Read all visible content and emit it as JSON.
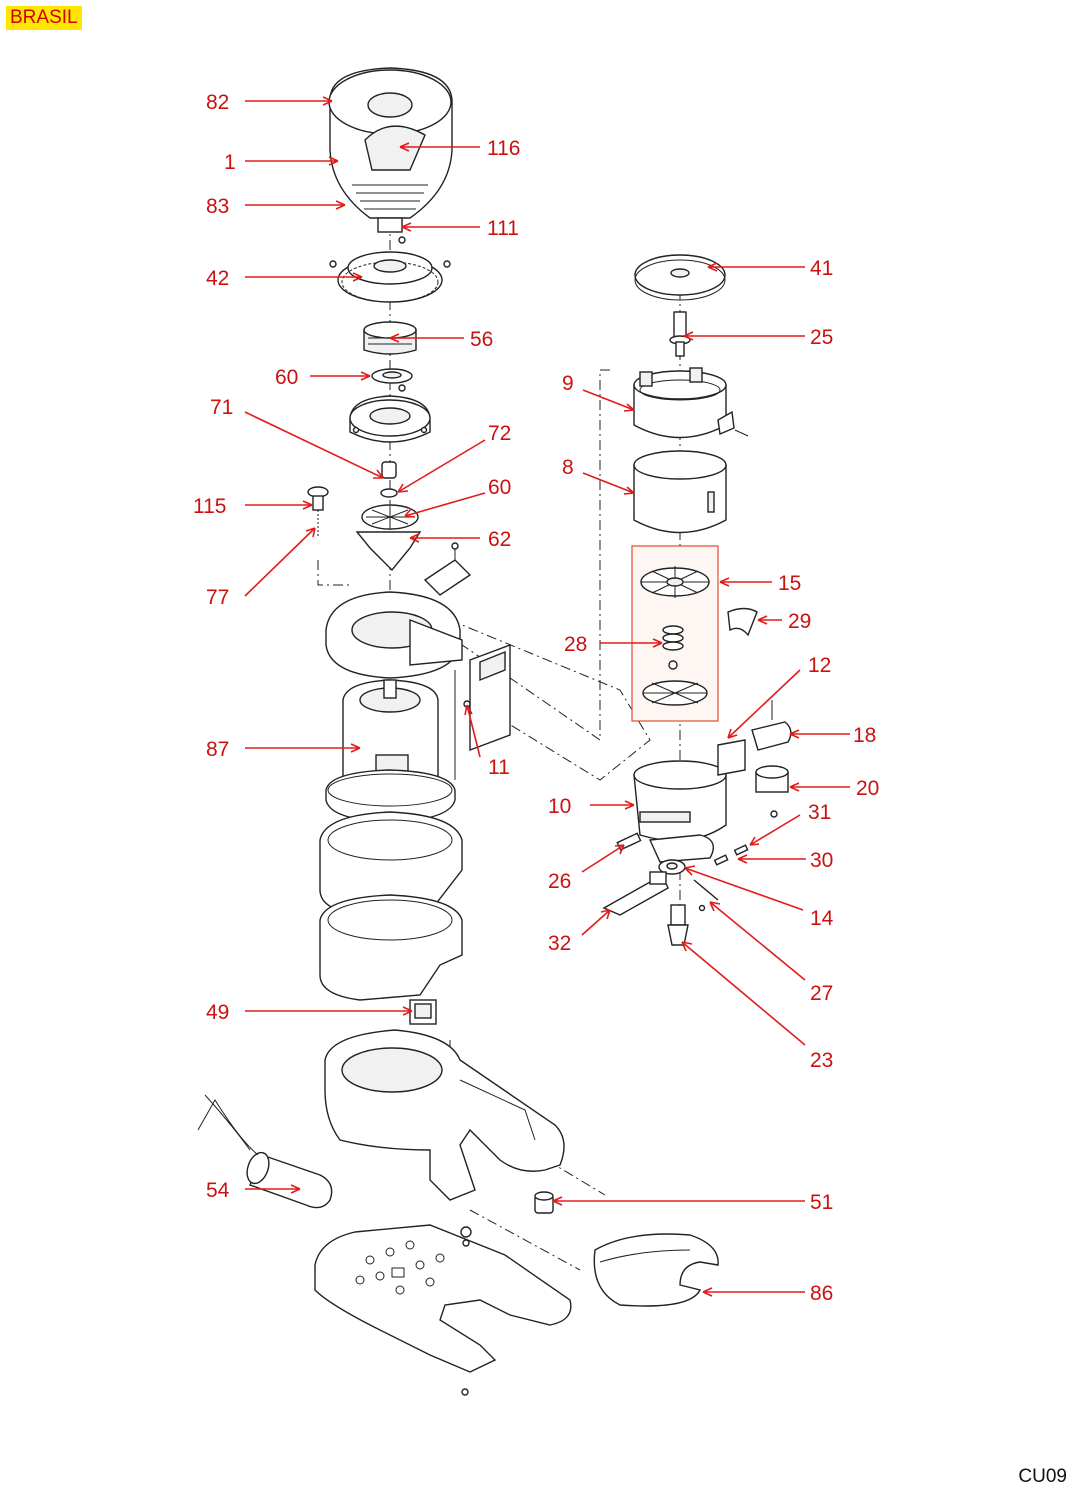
{
  "header": {
    "country": "BRASIL",
    "badge_color": "#ffe600",
    "text_color": "#d40000"
  },
  "footer": {
    "page_code": "CU09"
  },
  "callout_color": "#cc1111",
  "callouts": [
    {
      "id": "c82",
      "label": "82"
    },
    {
      "id": "c1",
      "label": "1"
    },
    {
      "id": "c116",
      "label": "116"
    },
    {
      "id": "c83",
      "label": "83"
    },
    {
      "id": "c111",
      "label": "111"
    },
    {
      "id": "c42",
      "label": "42"
    },
    {
      "id": "c41",
      "label": "41"
    },
    {
      "id": "c56",
      "label": "56"
    },
    {
      "id": "c25",
      "label": "25"
    },
    {
      "id": "c60a",
      "label": "60"
    },
    {
      "id": "c9",
      "label": "9"
    },
    {
      "id": "c71",
      "label": "71"
    },
    {
      "id": "c72",
      "label": "72"
    },
    {
      "id": "c8",
      "label": "8"
    },
    {
      "id": "c60b",
      "label": "60"
    },
    {
      "id": "c115",
      "label": "115"
    },
    {
      "id": "c62",
      "label": "62"
    },
    {
      "id": "c15",
      "label": "15"
    },
    {
      "id": "c77",
      "label": "77"
    },
    {
      "id": "c29",
      "label": "29"
    },
    {
      "id": "c28",
      "label": "28"
    },
    {
      "id": "c12",
      "label": "12"
    },
    {
      "id": "c18",
      "label": "18"
    },
    {
      "id": "c87",
      "label": "87"
    },
    {
      "id": "c11",
      "label": "11"
    },
    {
      "id": "c20",
      "label": "20"
    },
    {
      "id": "c10",
      "label": "10"
    },
    {
      "id": "c31",
      "label": "31"
    },
    {
      "id": "c30",
      "label": "30"
    },
    {
      "id": "c26",
      "label": "26"
    },
    {
      "id": "c14",
      "label": "14"
    },
    {
      "id": "c32",
      "label": "32"
    },
    {
      "id": "c27",
      "label": "27"
    },
    {
      "id": "c49",
      "label": "49"
    },
    {
      "id": "c23",
      "label": "23"
    },
    {
      "id": "c54",
      "label": "54"
    },
    {
      "id": "c51",
      "label": "51"
    },
    {
      "id": "c86",
      "label": "86"
    }
  ]
}
